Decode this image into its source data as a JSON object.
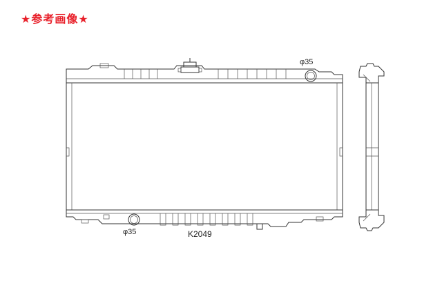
{
  "header": {
    "title": "★参考画像★"
  },
  "labels": {
    "upper_hose_diameter": "φ35",
    "lower_hose_diameter": "φ35",
    "part_number": "K2049"
  },
  "colors": {
    "title": "#e8202a",
    "line": "#333333"
  }
}
